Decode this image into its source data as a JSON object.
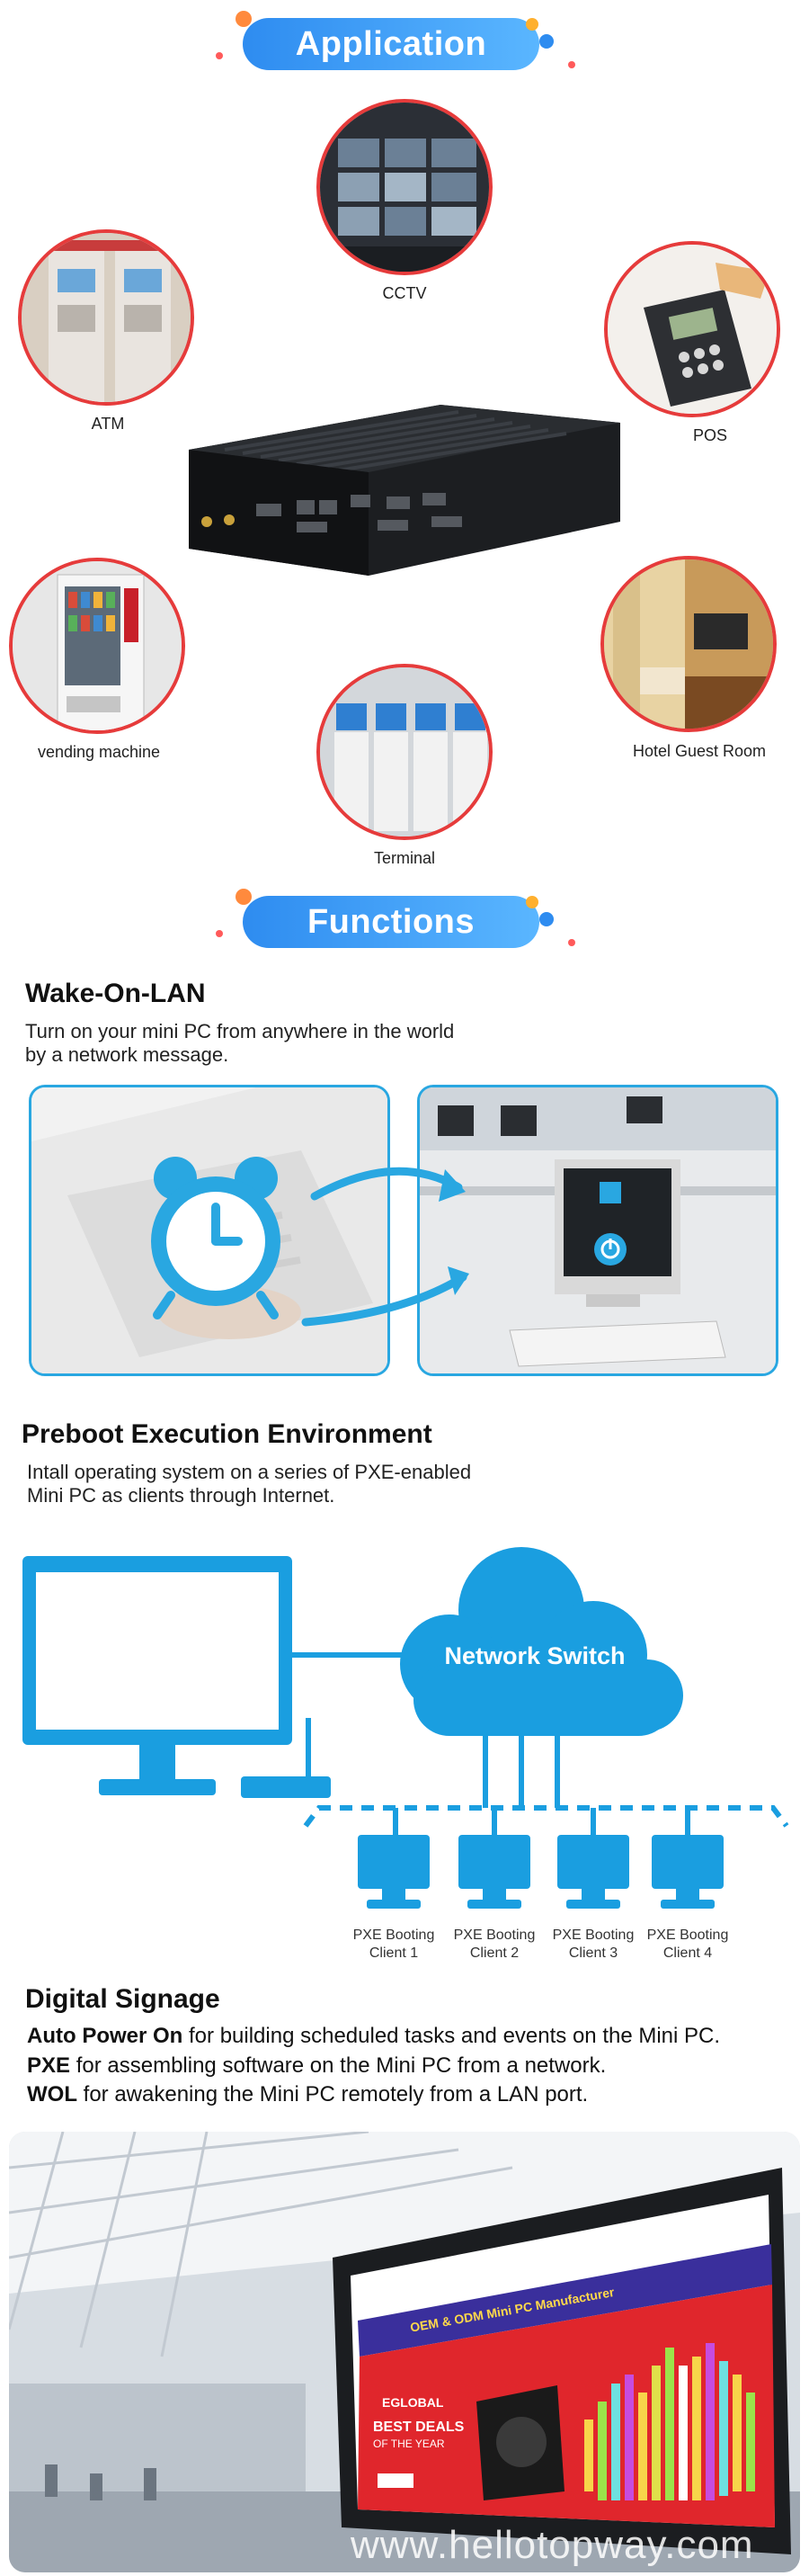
{
  "sections": {
    "application_title": "Application",
    "functions_title": "Functions"
  },
  "applications": [
    {
      "label": "CCTV"
    },
    {
      "label": "ATM"
    },
    {
      "label": "POS"
    },
    {
      "label": "vending machine"
    },
    {
      "label": "Hotel Guest Room"
    },
    {
      "label": "Terminal"
    }
  ],
  "wol": {
    "title": "Wake-On-LAN",
    "desc_line1": "Turn on your mini PC from anywhere in the world",
    "desc_line2": "by a network message."
  },
  "pxe": {
    "title": "Preboot Execution Environment",
    "desc_line1": "Intall operating system on a series of PXE-enabled",
    "desc_line2": "Mini PC as clients through Internet.",
    "switch_label": "Network Switch",
    "clients": [
      {
        "line1": "PXE Booting",
        "line2": "Client 1"
      },
      {
        "line1": "PXE Booting",
        "line2": "Client 2"
      },
      {
        "line1": "PXE Booting",
        "line2": "Client 3"
      },
      {
        "line1": "PXE Booting",
        "line2": "Client 4"
      }
    ]
  },
  "signage": {
    "title": "Digital Signage",
    "line1_bold": "Auto Power On",
    "line1_rest": " for building scheduled tasks and events on the Mini PC.",
    "line2_bold": "PXE",
    "line2_rest": " for assembling software on the Mini PC from a network.",
    "line3_bold": "WOL",
    "line3_rest": " for awakening the Mini PC remotely from a LAN port.",
    "screen_header": "OEM & ODM Mini PC Manufacturer",
    "screen_brand": "EGLOBAL",
    "screen_deals": "BEST DEALS",
    "screen_year": "OF THE YEAR",
    "watermark": "www.hellotopway.com"
  },
  "colors": {
    "accent_blue": "#29a7e1",
    "circle_border": "#e63b3b",
    "banner_blue": "#2e8cf0"
  }
}
